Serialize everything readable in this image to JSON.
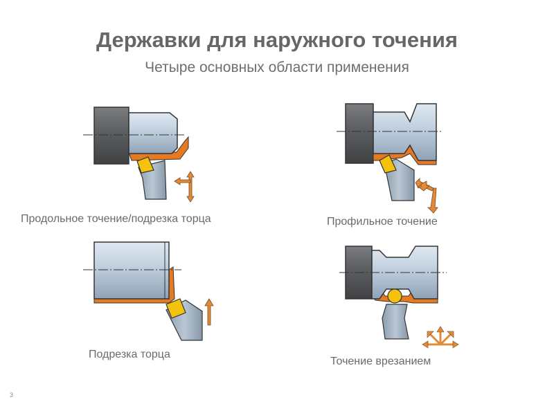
{
  "header": {
    "title": "Державки для наружного точения",
    "subtitle": "Четыре основных области применения"
  },
  "panels": [
    {
      "caption": "Продольное точение/подрезка торца"
    },
    {
      "caption": "Профильное точение"
    },
    {
      "caption": "Подрезка торца"
    },
    {
      "caption": "Точение врезанием"
    }
  ],
  "footer": {
    "page_number": "3"
  },
  "colors": {
    "chuck": "#5b5d60",
    "workpiece": "#b8c7d6",
    "chip_layer": "#e57a21",
    "insert": "#f4c20d",
    "holder": "#a9b8c6",
    "arrow": "#e08a3a"
  }
}
